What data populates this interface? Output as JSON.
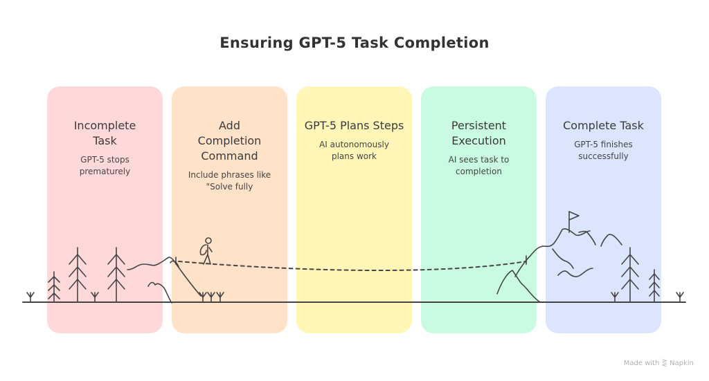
{
  "title": "Ensuring GPT-5 Task Completion",
  "steps": [
    {
      "title": "Incomplete Task",
      "description": "GPT-5 stops prematurely",
      "color": "#ffd9d9"
    },
    {
      "title": "Add Completion Command",
      "description": "Include phrases like \"Solve fully",
      "color": "#ffe2c8"
    },
    {
      "title": "GPT-5 Plans Steps",
      "description": "AI autonomously plans work",
      "color": "#fff6b8"
    },
    {
      "title": "Persistent Execution",
      "description": "AI sees task to completion",
      "color": "#c9fbe1"
    },
    {
      "title": "Complete Task",
      "description": "GPT-5 finishes successfully",
      "color": "#dbe6fe"
    }
  ],
  "footer": {
    "made_with": "Made with",
    "brand": "Napkin"
  }
}
